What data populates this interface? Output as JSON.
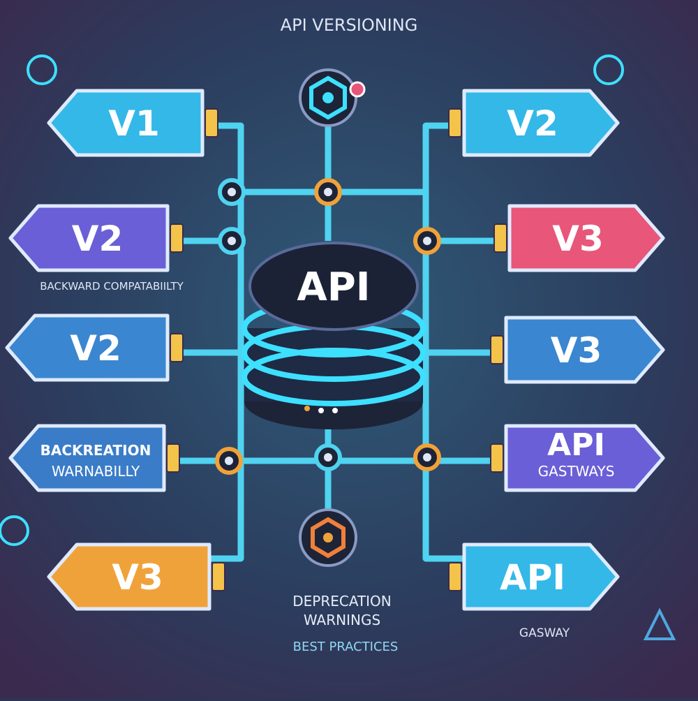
{
  "title": "API VERSIONING",
  "left_tags": [
    {
      "label": "V1",
      "color": "#33b8e8"
    },
    {
      "label": "V2",
      "color": "#6a5fd6",
      "caption": "BACKWARD COMPATABIILTY"
    },
    {
      "label": "V2",
      "color": "#3a86d0"
    },
    {
      "label": "BACKREATION",
      "label2": "WARNABILLY",
      "color": "#3a7cc8"
    },
    {
      "label": "V3",
      "color": "#f0a23a"
    }
  ],
  "right_tags": [
    {
      "label": "V2",
      "color": "#33b8e8"
    },
    {
      "label": "V3",
      "color": "#e8567a"
    },
    {
      "label": "V3",
      "color": "#3a86d0"
    },
    {
      "label": "API",
      "label2": "GASTWAYS",
      "color": "#6a5fd6"
    },
    {
      "label": "API",
      "color": "#33b8e8",
      "caption": "GASWAY"
    }
  ],
  "center": {
    "label": "API"
  },
  "bottom_labels": {
    "line1": "DEPRECATION",
    "line2": "WARNINGS",
    "line3": "BEST PRACTICES"
  },
  "colors": {
    "background": "#2c3553",
    "wire": "#4fd3f0",
    "accent": "#f0a23a"
  }
}
